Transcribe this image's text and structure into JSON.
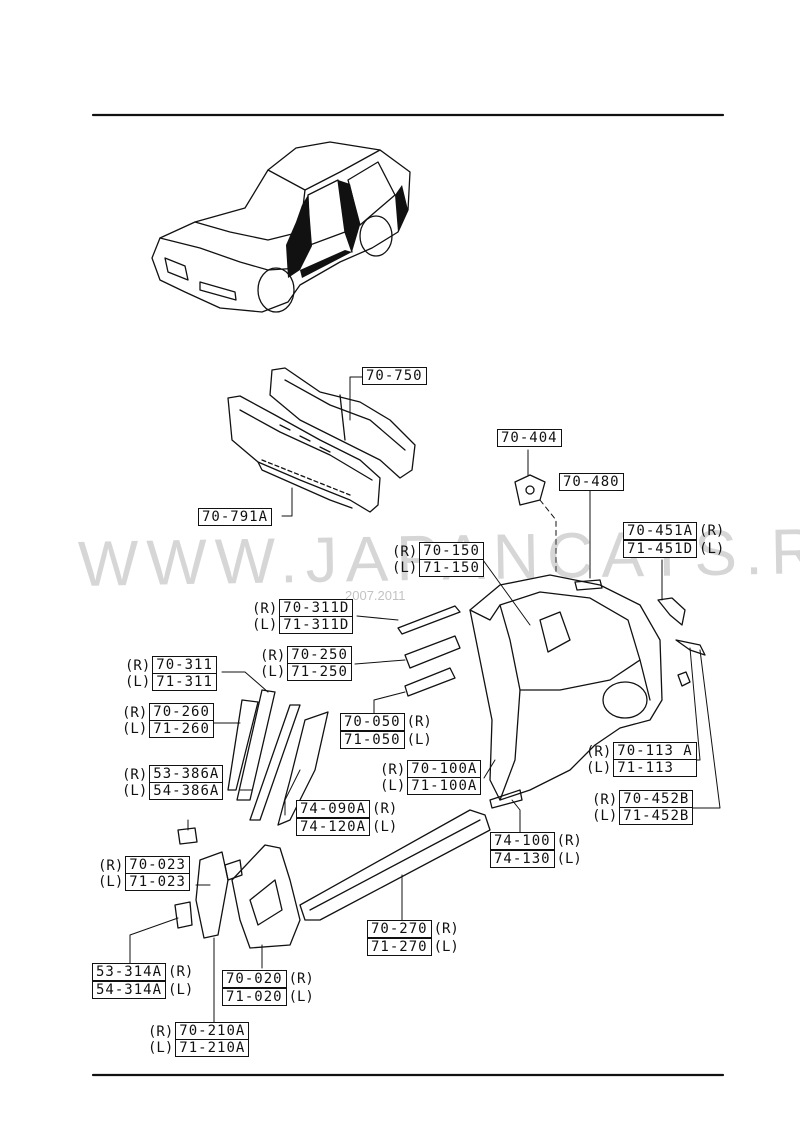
{
  "watermark": {
    "text": "WWW.JAPANCATS.RU",
    "small": "2007.2011"
  },
  "side": {
    "r": "(R)",
    "l": "(L)"
  },
  "labels": {
    "p70_750": "70-750",
    "p70_791A": "70-791A",
    "p70_404": "70-404",
    "p70_480": "70-480",
    "p70_451A": "70-451A",
    "p71_451D": "71-451D",
    "p70_150": "70-150",
    "p71_150": "71-150",
    "p70_311D": "70-311D",
    "p71_311D": "71-311D",
    "p70_250": "70-250",
    "p71_250": "71-250",
    "p70_311": "70-311",
    "p71_311": "71-311",
    "p70_050": "70-050",
    "p71_050": "71-050",
    "p70_260": "70-260",
    "p71_260": "71-260",
    "p70_113A": "70-113 A",
    "p71_113": "71-113",
    "p70_100A": "70-100A",
    "p71_100A": "71-100A",
    "p53_386A": "53-386A",
    "p54_386A": "54-386A",
    "p70_452B": "70-452B",
    "p71_452B": "71-452B",
    "p74_090A": "74-090A",
    "p74_120A": "74-120A",
    "p74_100": "74-100",
    "p74_130": "74-130",
    "p70_023": "70-023",
    "p71_023": "71-023",
    "p70_270": "70-270",
    "p71_270": "71-270",
    "p53_314A": "53-314A",
    "p54_314A": "54-314A",
    "p70_020": "70-020",
    "p71_020": "71-020",
    "p70_210A": "70-210A",
    "p71_210A": "71-210A"
  }
}
